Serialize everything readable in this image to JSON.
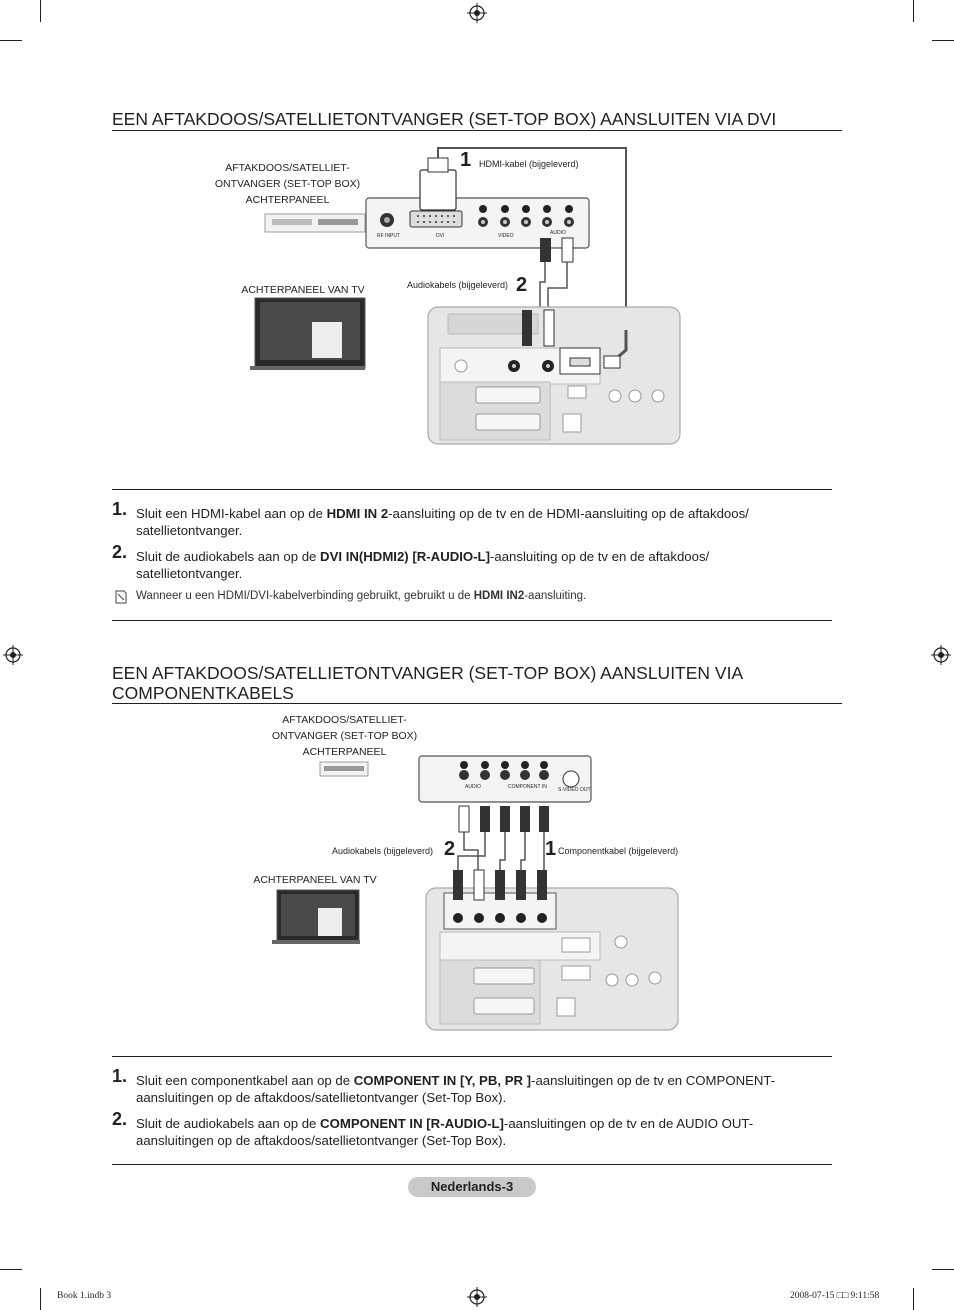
{
  "section1": {
    "title": "EEN AFTAKDOOS/SATELLIETONTVANGER (SET-TOP BOX) AANSLUITEN VIA DVI",
    "diagram": {
      "stb_label": [
        "AFTAKDOOS/SATELLIET-",
        "ONTVANGER (SET-TOP BOX)",
        "ACHTERPANEEL"
      ],
      "tv_label": "ACHTERPANEEL VAN TV",
      "hdmi_cable_label": "HDMI-kabel (bijgeleverd)",
      "audio_cable_label": "Audiokabels (bijgeleverd)",
      "callout_1": "1",
      "callout_2": "2",
      "port_rf": "RF INPUT",
      "port_dvi": "DVI",
      "port_video": "VIDEO",
      "port_audio": "AUDIO"
    },
    "steps": [
      {
        "num": "1.",
        "pre": "Sluit een HDMI-kabel aan op de ",
        "bold": "HDMI IN 2",
        "post": "-aansluiting op de tv en de HDMI-aansluiting op de aftakdoos/ satellietontvanger."
      },
      {
        "num": "2.",
        "pre": "Sluit de audiokabels aan op de ",
        "bold": "DVI IN(HDMI2) [R-AUDIO-L]",
        "post": "-aansluiting op de tv en de aftakdoos/ satellietontvanger."
      }
    ],
    "note": {
      "pre": "Wanneer u een HDMI/DVI-kabelverbinding gebruikt, gebruikt u de ",
      "bold": "HDMI IN2",
      "post": "-aansluiting."
    }
  },
  "section2": {
    "title": "EEN AFTAKDOOS/SATELLIETONTVANGER (SET-TOP BOX) AANSLUITEN VIA COMPONENTKABELS",
    "diagram": {
      "stb_label": [
        "AFTAKDOOS/SATELLIET-",
        "ONTVANGER (SET-TOP BOX)",
        "ACHTERPANEEL"
      ],
      "tv_label": "ACHTERPANEEL VAN TV",
      "audio_cable_label": "Audiokabels (bijgeleverd)",
      "component_cable_label": "Componentkabel (bijgeleverd)",
      "callout_2": "2",
      "callout_1": "1",
      "port_audio": "AUDIO",
      "port_component": "COMPONENT IN",
      "port_svideo": "S-VIDEO OUT"
    },
    "steps": [
      {
        "num": "1.",
        "pre": "Sluit een componentkabel aan op de ",
        "bold": "COMPONENT IN [Y, PB, PR ]",
        "post": "-aansluitingen op de tv en COMPONENT- aansluitingen op de aftakdoos/satellietontvanger (Set-Top Box)."
      },
      {
        "num": "2.",
        "pre": "Sluit de audiokabels aan op de ",
        "bold": "COMPONENT IN [R-AUDIO-L]",
        "post": "-aansluitingen op de tv en de AUDIO OUT- aansluitingen op de aftakdoos/satellietontvanger (Set-Top Box)."
      }
    ]
  },
  "footer": {
    "page_label": "Nederlands-3",
    "file": "Book 1.indb   3",
    "timestamp": "2008-07-15   □□ 9:11:58"
  }
}
